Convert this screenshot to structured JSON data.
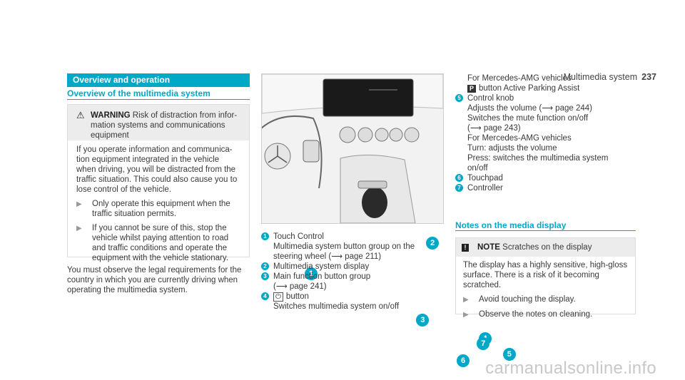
{
  "header": {
    "title": "Multimedia system",
    "page_number": "237"
  },
  "col1": {
    "section_title": "Overview and operation",
    "subtitle": "Overview of the multimedia system",
    "warning": {
      "label": "WARNING",
      "lines": [
        "Risk of distraction from infor-",
        "mation systems and communications",
        "equipment"
      ],
      "body_lines": [
        "If you operate information and communica-",
        "tion equipment integrated in the vehicle",
        "when driving, you will be distracted from the",
        "traffic situation. This could also cause you to",
        "lose control of the vehicle."
      ],
      "bullet1": [
        "Only operate this equipment when the",
        "traffic situation permits."
      ],
      "bullet2": [
        "If you cannot be sure of this, stop the",
        "vehicle whilst paying attention to road",
        "and traffic conditions and operate the",
        "equipment with the vehicle stationary."
      ]
    },
    "closing": [
      "You must observe the legal requirements for the",
      "country in which you are currently driving when",
      "operating the multimedia system."
    ]
  },
  "figure": {
    "callouts": [
      "1",
      "2",
      "3",
      "4",
      "5",
      "6",
      "7"
    ]
  },
  "col2": {
    "items": [
      {
        "num": "1",
        "title": "Touch Control",
        "lines": [
          "Multimedia system button group on the",
          "steering wheel ("
        ],
        "ref": "page 211)"
      },
      {
        "num": "2",
        "title": "Multimedia system display"
      },
      {
        "num": "3",
        "title": "Main function button group",
        "ref_prefix": "(",
        "ref": "page 241)"
      },
      {
        "num": "4",
        "title": "button",
        "icon": "⏻",
        "lines": [
          "Switches multimedia system on/off"
        ]
      }
    ]
  },
  "col3": {
    "amg1": "For Mercedes-AMG vehicles",
    "parking": "button Active Parking Assist",
    "parking_icon": "P",
    "item5": {
      "num": "5",
      "title": "Control knob",
      "l1": "Adjusts the volume (",
      "l1ref": "page 244)",
      "l2": "Switches the mute function on/off",
      "l3": "(",
      "l3ref": "page 243)",
      "l4": "For Mercedes-AMG vehicles",
      "l5": "Turn: adjusts the volume",
      "l6": "Press: switches the multimedia system",
      "l7": "on/off"
    },
    "item6": {
      "num": "6",
      "title": "Touchpad"
    },
    "item7": {
      "num": "7",
      "title": "Controller"
    },
    "notes_title": "Notes on the media display",
    "note": {
      "label": "NOTE",
      "head": "Scratches on the display",
      "body": [
        "The display has a highly sensitive, high-gloss",
        "surface. There is a risk of it becoming",
        "scratched."
      ],
      "bullet1": "Avoid touching the display.",
      "bullet2": "Observe the notes on cleaning."
    }
  },
  "watermark": "carmanualsonline.info",
  "colors": {
    "accent": "#00a8c8",
    "box_head": "#ececec"
  }
}
